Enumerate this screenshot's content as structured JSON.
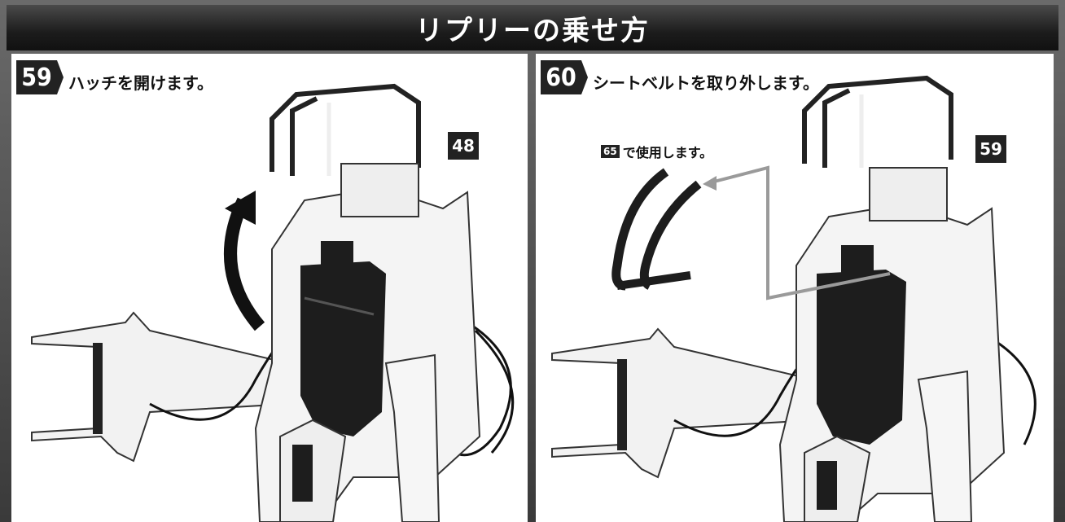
{
  "header": {
    "title": "リプリーの乗せ方"
  },
  "steps": [
    {
      "number": "59",
      "instruction": "ハッチを開けます。",
      "ref_badge": "48"
    },
    {
      "number": "60",
      "instruction": "シートベルトを取り外します。",
      "ref_badge": "59",
      "note_badge": "65",
      "note_text": "で使用します。"
    }
  ],
  "colors": {
    "header_bg": "#1c1c1c",
    "frame": "#555555",
    "badge": "#222222",
    "arrow": "#111111",
    "pointer_line": "#9a9a9a"
  }
}
